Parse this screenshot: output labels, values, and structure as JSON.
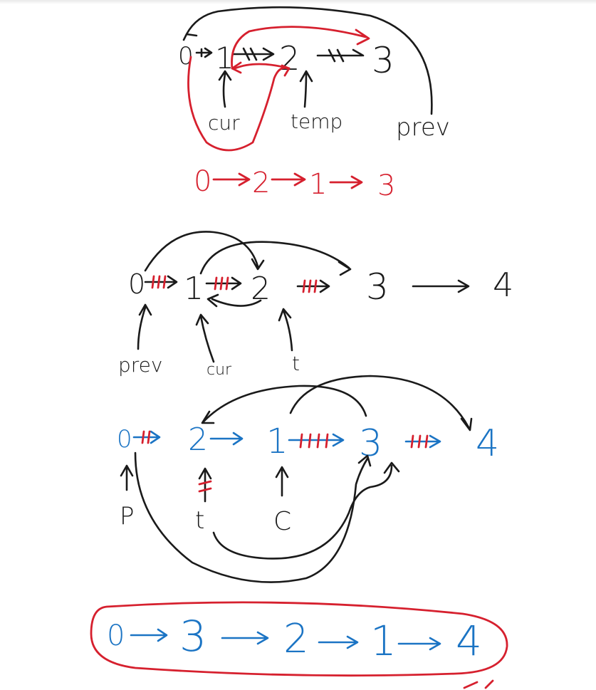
{
  "colors": {
    "black": "#1a1a1a",
    "red": "#d6202e",
    "blue": "#1b74c4"
  },
  "diagram1": {
    "nodes": [
      "0",
      "1",
      "2",
      "3"
    ],
    "pointers": {
      "cur": "cur",
      "temp": "temp",
      "prev": "prev"
    },
    "result": [
      "0",
      "2",
      "1",
      "3"
    ]
  },
  "diagram2": {
    "nodes": [
      "0",
      "1",
      "2",
      "3",
      "4"
    ],
    "pointers": {
      "prev": "prev",
      "cur": "cur",
      "t": "t"
    }
  },
  "diagram3": {
    "nodes": [
      "0",
      "2",
      "1",
      "3",
      "4"
    ],
    "pointers": {
      "p": "P",
      "t": "t",
      "c": "C"
    }
  },
  "final_result": [
    "0",
    "3",
    "2",
    "1",
    "4"
  ]
}
